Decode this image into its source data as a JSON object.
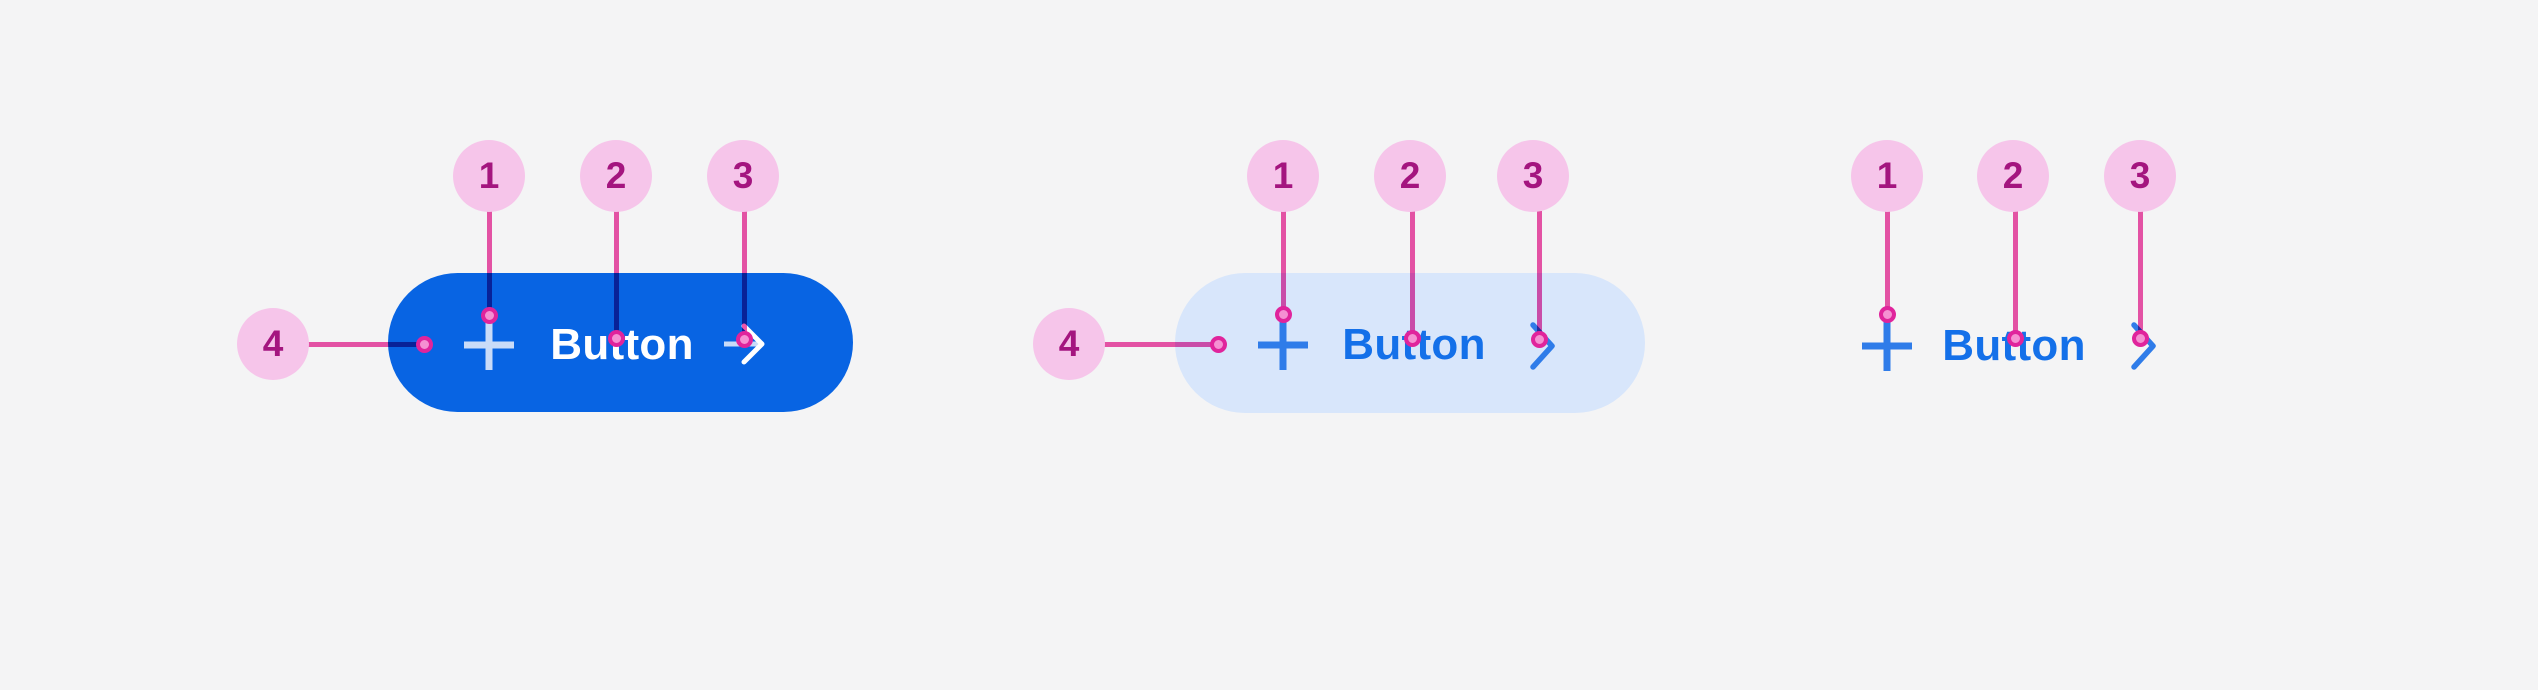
{
  "colors": {
    "background": "#f4f4f5",
    "filled_container": "#0864e3",
    "filled_label": "#ffffff",
    "filled_icon": "#c9dbf8",
    "tonal_container": "#d8e6fb",
    "blue_label": "#1470e9",
    "blue_icon": "#2f7ce9",
    "bubble_fill": "#f6c5ea",
    "bubble_number": "#a4157f",
    "line_pink": "#ee55ab",
    "dot_border": "#e0249c",
    "dot_fill": "#f590d2"
  },
  "figures": [
    {
      "variant": "filled",
      "button": {
        "label": "Button",
        "leading_icon": "plus-icon",
        "trailing_icon": "arrow-right-icon"
      },
      "callouts": [
        "1",
        "2",
        "3",
        "4"
      ]
    },
    {
      "variant": "tonal",
      "button": {
        "label": "Button",
        "leading_icon": "plus-icon",
        "trailing_icon": "chevron-right-icon"
      },
      "callouts": [
        "1",
        "2",
        "3",
        "4"
      ]
    },
    {
      "variant": "text",
      "button": {
        "label": "Button",
        "leading_icon": "plus-icon",
        "trailing_icon": "chevron-right-icon"
      },
      "callouts": [
        "1",
        "2",
        "3"
      ]
    }
  ]
}
